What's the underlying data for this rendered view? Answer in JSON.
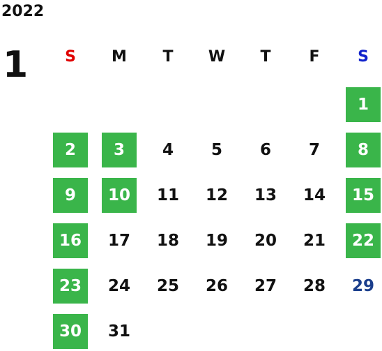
{
  "calendar": {
    "year": "2022",
    "month": "1",
    "weekdays": [
      {
        "label": "S",
        "color": "#e00000"
      },
      {
        "label": "M",
        "color": "#111111"
      },
      {
        "label": "T",
        "color": "#111111"
      },
      {
        "label": "W",
        "color": "#111111"
      },
      {
        "label": "T",
        "color": "#111111"
      },
      {
        "label": "F",
        "color": "#111111"
      },
      {
        "label": "S",
        "color": "#1022cc"
      }
    ],
    "first_weekday_index": 6,
    "days": [
      {
        "label": "1",
        "highlighted": true
      },
      {
        "label": "2",
        "highlighted": true
      },
      {
        "label": "3",
        "highlighted": true
      },
      {
        "label": "4",
        "highlighted": false
      },
      {
        "label": "5",
        "highlighted": false
      },
      {
        "label": "6",
        "highlighted": false
      },
      {
        "label": "7",
        "highlighted": false
      },
      {
        "label": "8",
        "highlighted": true
      },
      {
        "label": "9",
        "highlighted": true
      },
      {
        "label": "10",
        "highlighted": true
      },
      {
        "label": "11",
        "highlighted": false
      },
      {
        "label": "12",
        "highlighted": false
      },
      {
        "label": "13",
        "highlighted": false
      },
      {
        "label": "14",
        "highlighted": false
      },
      {
        "label": "15",
        "highlighted": true
      },
      {
        "label": "16",
        "highlighted": true
      },
      {
        "label": "17",
        "highlighted": false
      },
      {
        "label": "18",
        "highlighted": false
      },
      {
        "label": "19",
        "highlighted": false
      },
      {
        "label": "20",
        "highlighted": false
      },
      {
        "label": "21",
        "highlighted": false
      },
      {
        "label": "22",
        "highlighted": true
      },
      {
        "label": "23",
        "highlighted": true
      },
      {
        "label": "24",
        "highlighted": false
      },
      {
        "label": "25",
        "highlighted": false
      },
      {
        "label": "26",
        "highlighted": false
      },
      {
        "label": "27",
        "highlighted": false
      },
      {
        "label": "28",
        "highlighted": false
      },
      {
        "label": "29",
        "highlighted": false,
        "color": "#1a3e8c"
      },
      {
        "label": "30",
        "highlighted": true
      },
      {
        "label": "31",
        "highlighted": false
      }
    ],
    "highlight_color": "#3ab54a",
    "highlight_text_color": "#ffffff"
  }
}
